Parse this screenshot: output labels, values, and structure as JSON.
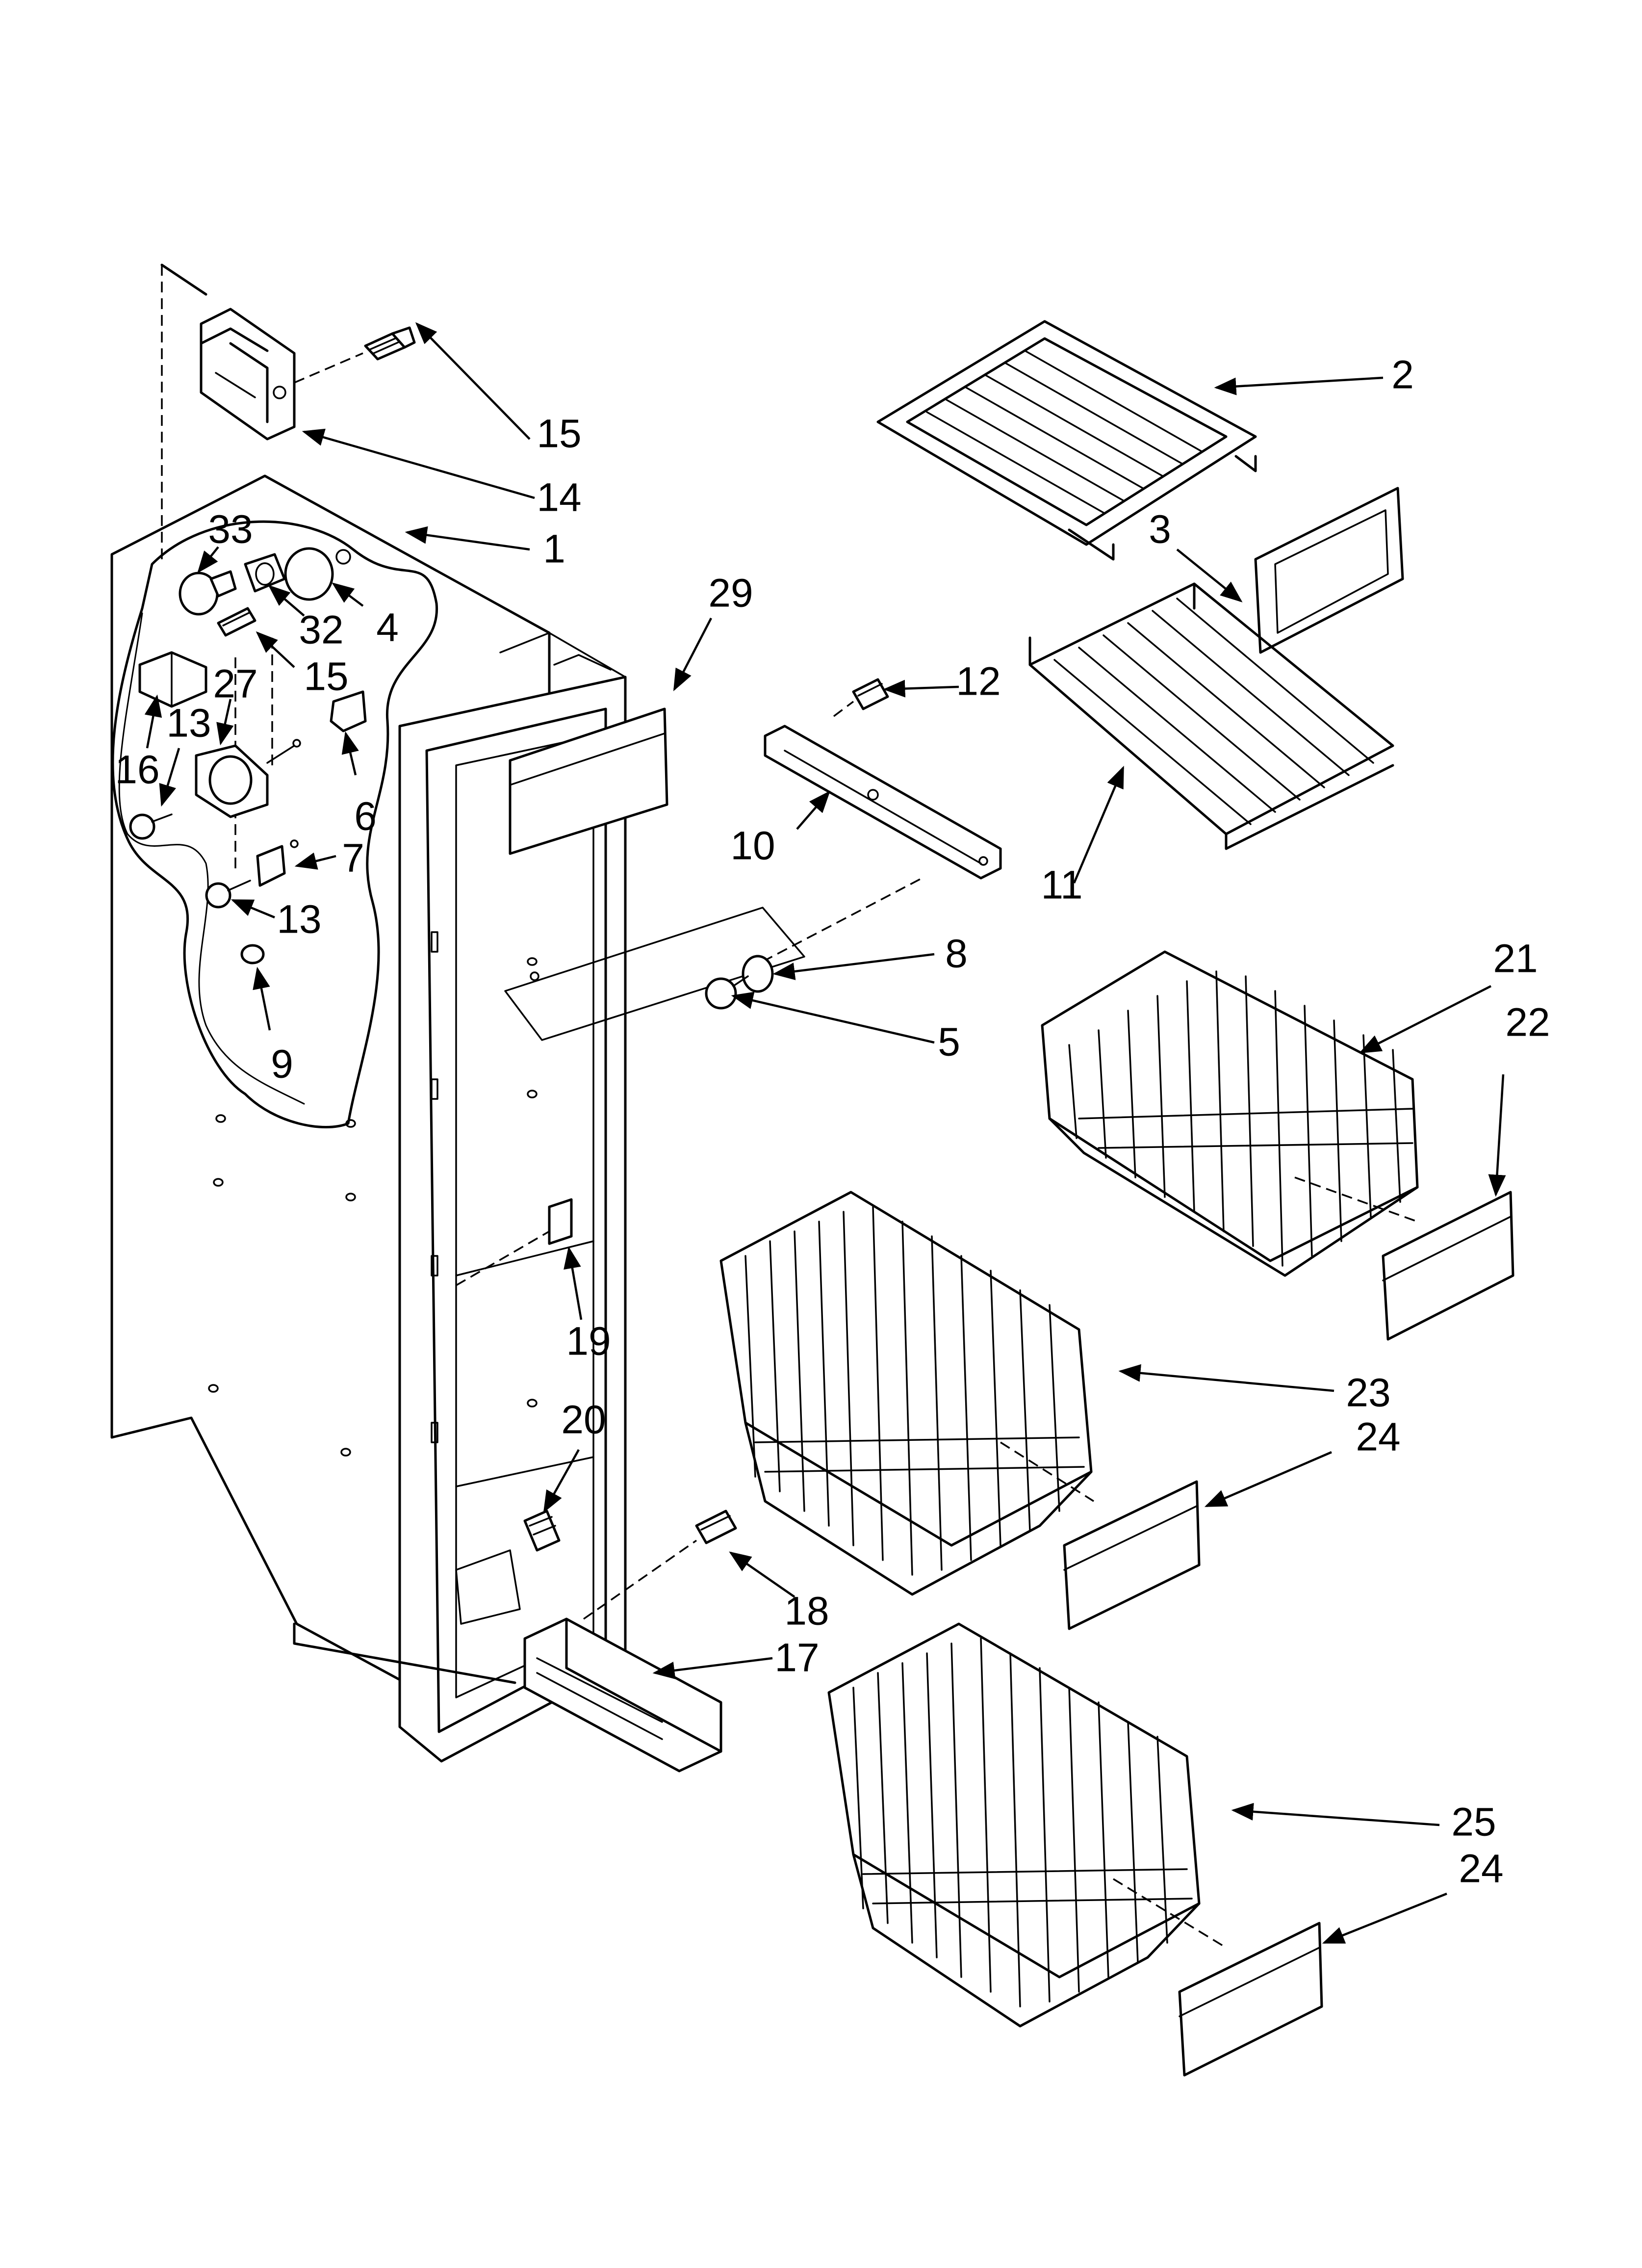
{
  "callouts": [
    {
      "id": "c1",
      "label": "1"
    },
    {
      "id": "c2",
      "label": "2"
    },
    {
      "id": "c3",
      "label": "3"
    },
    {
      "id": "c4",
      "label": "4"
    },
    {
      "id": "c5",
      "label": "5"
    },
    {
      "id": "c6",
      "label": "6"
    },
    {
      "id": "c7",
      "label": "7"
    },
    {
      "id": "c8",
      "label": "8"
    },
    {
      "id": "c9",
      "label": "9"
    },
    {
      "id": "c10",
      "label": "10"
    },
    {
      "id": "c11",
      "label": "11"
    },
    {
      "id": "c12",
      "label": "12"
    },
    {
      "id": "c13a",
      "label": "13"
    },
    {
      "id": "c13b",
      "label": "13"
    },
    {
      "id": "c14",
      "label": "14"
    },
    {
      "id": "c15a",
      "label": "15"
    },
    {
      "id": "c15b",
      "label": "15"
    },
    {
      "id": "c16",
      "label": "16"
    },
    {
      "id": "c17",
      "label": "17"
    },
    {
      "id": "c18",
      "label": "18"
    },
    {
      "id": "c19",
      "label": "19"
    },
    {
      "id": "c20",
      "label": "20"
    },
    {
      "id": "c21",
      "label": "21"
    },
    {
      "id": "c22",
      "label": "22"
    },
    {
      "id": "c23",
      "label": "23"
    },
    {
      "id": "c24a",
      "label": "24"
    },
    {
      "id": "c24b",
      "label": "24"
    },
    {
      "id": "c25",
      "label": "25"
    },
    {
      "id": "c27",
      "label": "27"
    },
    {
      "id": "c29",
      "label": "29"
    },
    {
      "id": "c32",
      "label": "32"
    },
    {
      "id": "c33",
      "label": "33"
    }
  ]
}
